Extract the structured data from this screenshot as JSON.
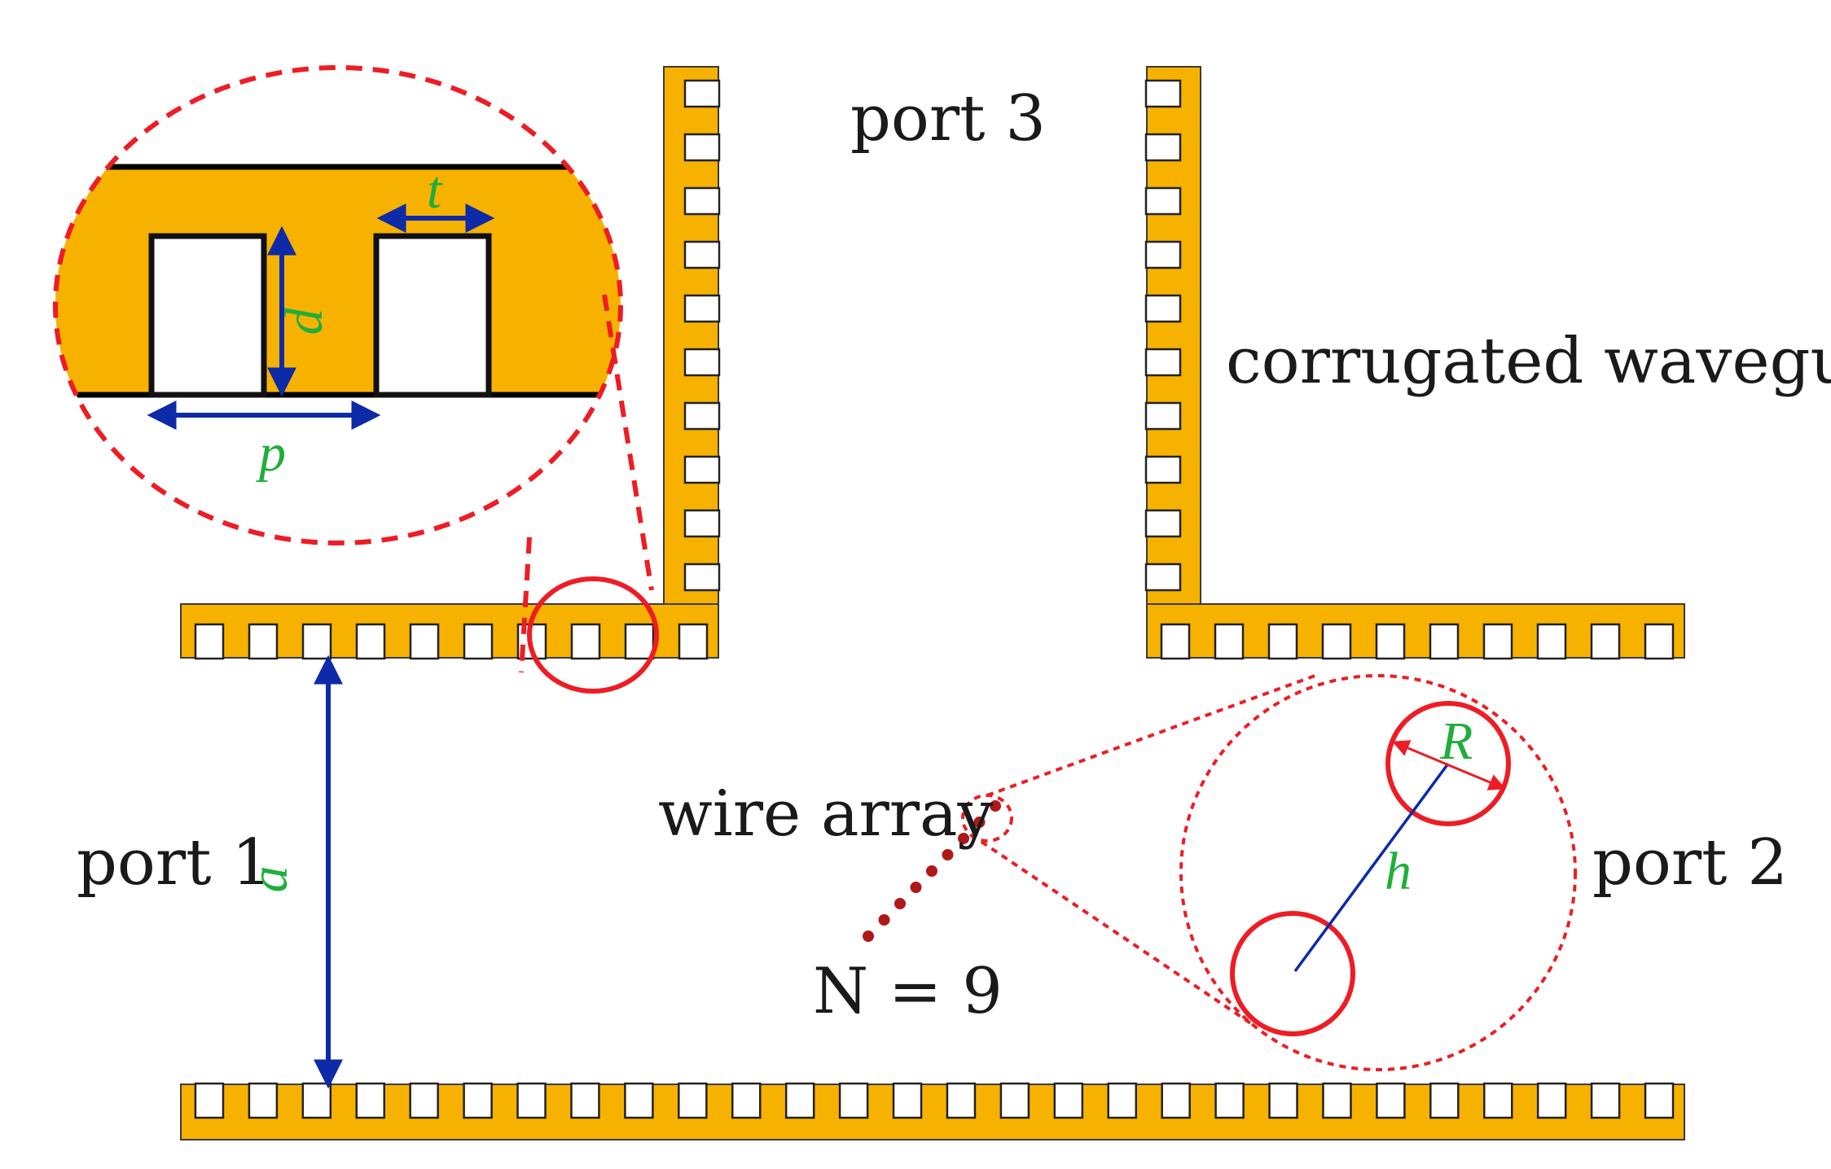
{
  "labels": {
    "port3": "port 3",
    "port1": "port 1",
    "port2": "port 2",
    "waveguide": "corrugated waveguide",
    "wire_array": "wire array",
    "n_count": "N = 9"
  },
  "symbols": {
    "t": "t",
    "d": "d",
    "p": "p",
    "a": "a",
    "R": "R",
    "h": "h"
  },
  "colors": {
    "metal": "#f7b200",
    "dimension_arrow": "#0d2aa8",
    "symbol_text": "#1fae3c",
    "highlight": "#ee1c24",
    "wire": "#b01818"
  }
}
